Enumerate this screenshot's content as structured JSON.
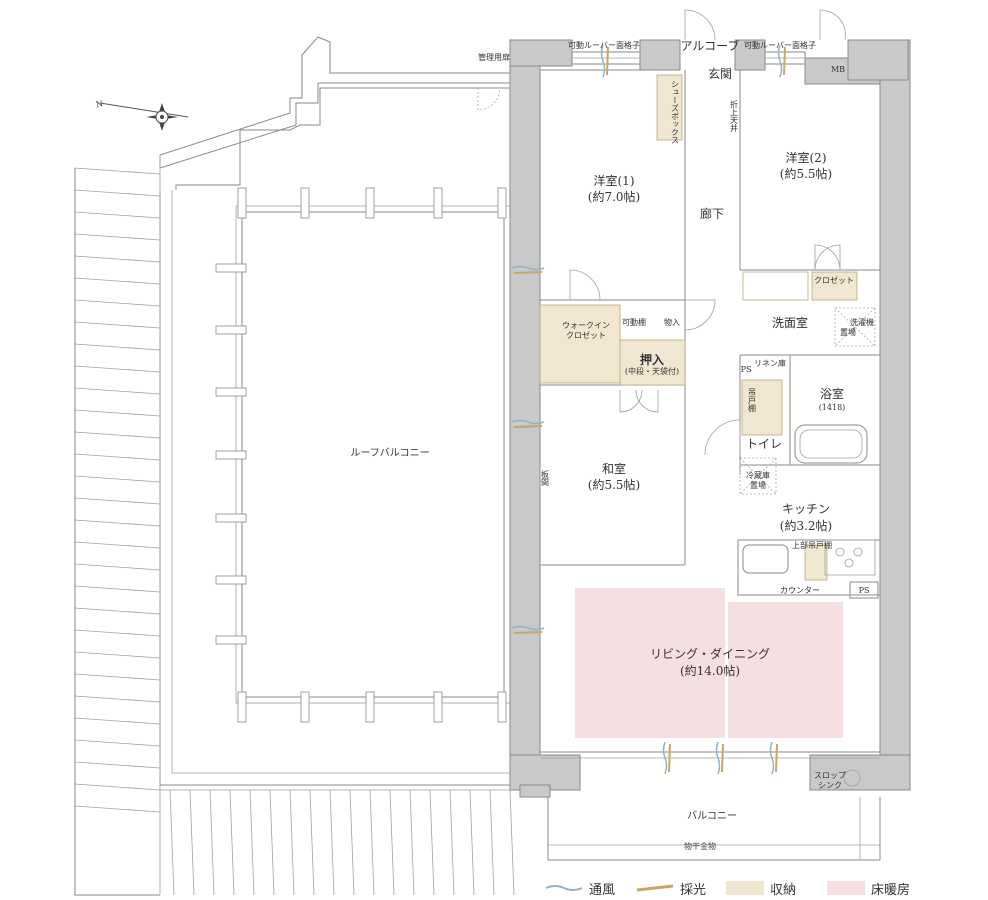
{
  "rooms": {
    "western1_name": "洋室(1)",
    "western1_size": "(約7.0帖)",
    "western2_name": "洋室(2)",
    "western2_size": "(約5.5帖)",
    "japanese_name": "和室",
    "japanese_size": "(約5.5帖)",
    "living_name": "リビング・ダイニング",
    "living_size": "(約14.0帖)",
    "kitchen_name": "キッチン",
    "kitchen_size": "(約3.2帖)",
    "bath_name": "浴室",
    "bath_size": "(1418)",
    "washroom": "洗面室",
    "toilet": "トイレ",
    "corridor": "廊下",
    "entrance": "玄関",
    "alcove": "アルコーブ",
    "roof_balcony": "ルーフバルコニー",
    "balcony": "バルコニー"
  },
  "labels": {
    "louver_left": "可動ルーバー面格子",
    "louver_right": "可動ルーバー面格子",
    "mb": "MB",
    "service_door": "管理用扉",
    "shoes_box": "シューズボックス",
    "fold_ceiling": "折上天井",
    "closet": "クロゼット",
    "washer_1": "洗濯機",
    "washer_2": "置場",
    "walk_in_1": "ウォークイン",
    "walk_in_2": "クロゼット",
    "movable_shelf": "可動棚",
    "storage_small": "物入",
    "oshiire": "押入",
    "oshiire_note": "(中段・天袋付)",
    "linen": "リネン庫",
    "ps_top": "PS",
    "ps_bottom": "PS",
    "upper_cabinet_left": "吊戸棚",
    "fridge_1": "冷蔵庫",
    "fridge_2": "置場",
    "upper_cabinet_kitchen": "上部吊戸棚",
    "counter": "カウンター",
    "slop_sink_1": "スロップ",
    "slop_sink_2": "シンク",
    "drying_rack": "物干金物",
    "board_floor": "板間"
  },
  "legend": {
    "ventilation": "通風",
    "daylight": "採光",
    "storage": "収納",
    "floor_heating": "床暖房"
  },
  "colors": {
    "wall": "#c9c9c9",
    "storage": "#f1e7d0",
    "floor_heating": "#f5dfe1",
    "ventilation": "#8fb3c8",
    "daylight": "#c8a860"
  }
}
